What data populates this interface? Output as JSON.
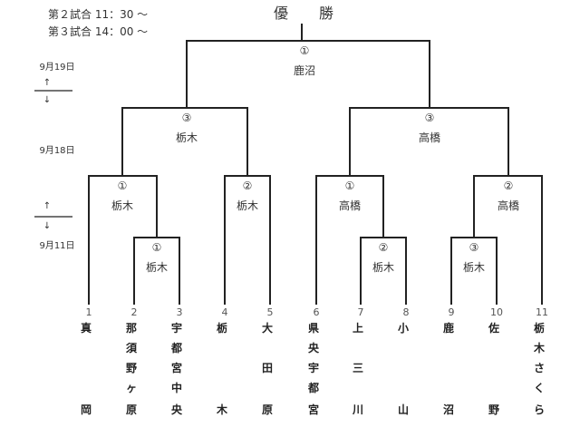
{
  "title": [
    "優",
    "勝"
  ],
  "schedule": [
    "第２試合 11：30 ～",
    "第３試合 14：00 ～"
  ],
  "dates": [
    "9月19日",
    "9月18日",
    "9月11日"
  ],
  "arrows": {
    "up": "↑",
    "down": "↓"
  },
  "matches": {
    "final": {
      "order": "①",
      "venue": "鹿沼"
    },
    "semi_left": {
      "order": "③",
      "venue": "栃木"
    },
    "semi_right": {
      "order": "③",
      "venue": "高橋"
    },
    "qf_1": {
      "order": "①",
      "venue": "栃木"
    },
    "qf_2": {
      "order": "②",
      "venue": "栃木"
    },
    "qf_3": {
      "order": "①",
      "venue": "高橋"
    },
    "qf_4": {
      "order": "②",
      "venue": "高橋"
    },
    "r1_a": {
      "order": "①",
      "venue": "栃木"
    },
    "r1_b": {
      "order": "②",
      "venue": "栃木"
    },
    "r1_c": {
      "order": "③",
      "venue": "栃木"
    }
  },
  "teams": [
    {
      "no": "1",
      "chars": [
        "真",
        "",
        "",
        "",
        "岡"
      ]
    },
    {
      "no": "2",
      "chars": [
        "那",
        "須",
        "野",
        "ヶ",
        "原"
      ]
    },
    {
      "no": "3",
      "chars": [
        "宇",
        "都",
        "宮",
        "中",
        "央"
      ]
    },
    {
      "no": "4",
      "chars": [
        "栃",
        "",
        "",
        "",
        "木"
      ]
    },
    {
      "no": "5",
      "chars": [
        "大",
        "",
        "田",
        "",
        "原"
      ]
    },
    {
      "no": "6",
      "chars": [
        "県",
        "央",
        "宇",
        "都",
        "宮"
      ]
    },
    {
      "no": "7",
      "chars": [
        "上",
        "",
        "三",
        "",
        "川"
      ]
    },
    {
      "no": "8",
      "chars": [
        "小",
        "",
        "",
        "",
        "山"
      ]
    },
    {
      "no": "9",
      "chars": [
        "鹿",
        "",
        "",
        "",
        "沼"
      ]
    },
    {
      "no": "10",
      "chars": [
        "佐",
        "",
        "",
        "",
        "野"
      ]
    },
    {
      "no": "11",
      "chars": [
        "栃",
        "木",
        "さ",
        "く",
        "ら"
      ]
    }
  ]
}
